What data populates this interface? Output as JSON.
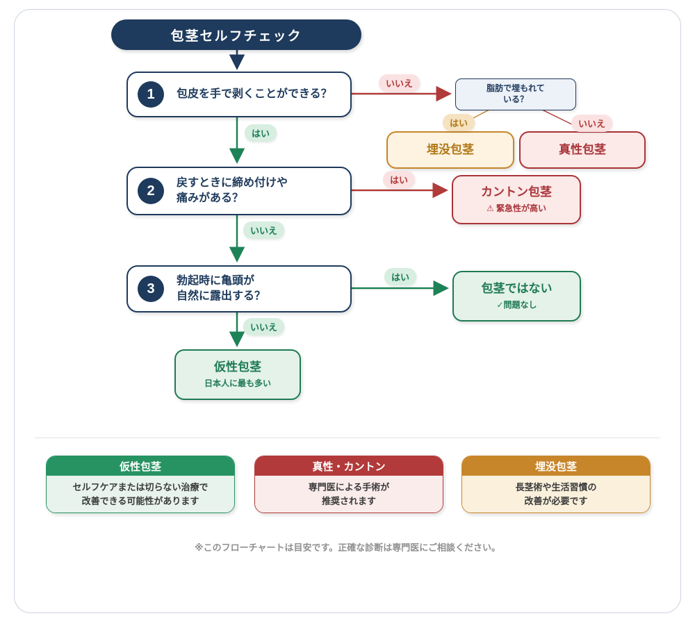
{
  "title": "包茎セルフチェック",
  "colors": {
    "navy": "#1e3a5c",
    "green": "#1e8257",
    "red": "#b13a3a",
    "orange": "#c6862b"
  },
  "flow": {
    "q1": {
      "num": "1",
      "line1": "包皮を手で剥くことができる？"
    },
    "q2": {
      "num": "2",
      "line1": "戻すときに締め付けや",
      "line2": "痛みがある？"
    },
    "q3": {
      "num": "3",
      "line1": "勃起時に亀頭が",
      "line2": "自然に露出する？"
    },
    "fat_question": {
      "line1": "脂肪で埋もれて",
      "line2": "いる？"
    },
    "outcomes": {
      "maibotsu": {
        "title": "埋没包茎"
      },
      "shinsei": {
        "title": "真性包茎"
      },
      "kanton": {
        "title": "カントン包茎",
        "subtitle": "⚠ 緊急性が高い"
      },
      "not_phimosis": {
        "title": "包茎ではない",
        "subtitle": "✓問題なし"
      },
      "kasei": {
        "title": "仮性包茎",
        "subtitle": "日本人に最も多い"
      }
    },
    "labels": {
      "q1_yes": "はい",
      "q1_no": "いいえ",
      "fat_yes": "はい",
      "fat_no": "いいえ",
      "q2_yes": "はい",
      "q2_no": "いいえ",
      "q3_yes": "はい",
      "q3_no": "いいえ"
    }
  },
  "legend": {
    "cards": [
      {
        "title": "仮性包茎",
        "line1": "セルフケアまたは切らない治療で",
        "line2": "改善できる可能性があります",
        "color": "#279363"
      },
      {
        "title": "真性・カントン",
        "line1": "専門医による手術が",
        "line2": "推奨されます",
        "color": "#b23a3a"
      },
      {
        "title": "埋没包茎",
        "line1": "長茎術や生活習慣の",
        "line2": "改善が必要です",
        "color": "#c8862a"
      }
    ]
  },
  "footer": {
    "note": "※このフローチャートは目安です。正確な診断は専門医にご相談ください。"
  }
}
